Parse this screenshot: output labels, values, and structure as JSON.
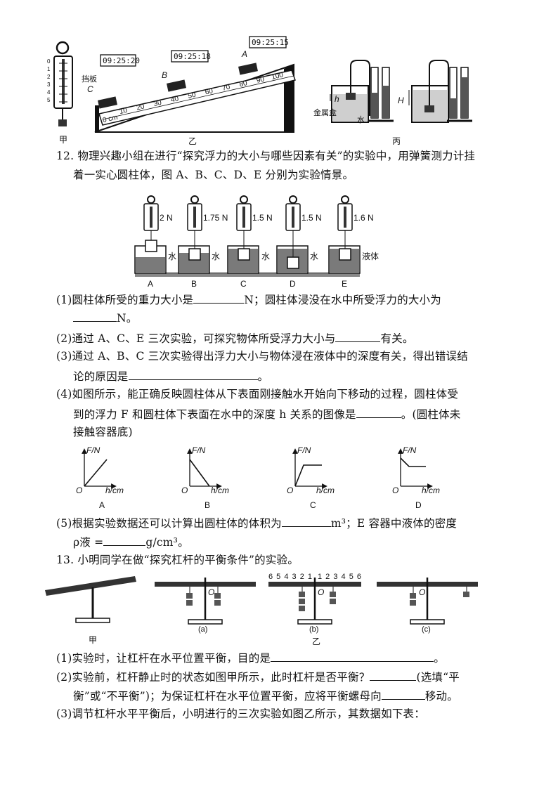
{
  "top_figure": {
    "time_c": "09:25:20",
    "time_b": "09:25:18",
    "time_a": "09:25:15",
    "point_a": "A",
    "point_b": "B",
    "point_c": "C",
    "baffle": "挡板",
    "ruler_unit": "0 cm",
    "ruler_ticks": [
      "10",
      "20",
      "30",
      "40",
      "50",
      "60",
      "70",
      "80",
      "90",
      "100"
    ],
    "label_jia": "甲",
    "label_yi": "乙",
    "label_bing": "丙",
    "metal_box": "金属盒",
    "water": "水",
    "h_small": "h",
    "h_big": "H",
    "scale_marks": [
      "0",
      "1",
      "2",
      "3",
      "4",
      "5"
    ]
  },
  "q12": {
    "line1": "12. 物理兴趣小组在进行“探究浮力的大小与哪些因素有关”的实验中，用弹簧测力计挂",
    "line2": "着一实心圆柱体，图 A、B、C、D、E 分别为实验情景。",
    "figure": {
      "readings": [
        "2 N",
        "1.75 N",
        "1.5 N",
        "1.5 N",
        "1.6 N"
      ],
      "letters": [
        "A",
        "B",
        "C",
        "D",
        "E"
      ],
      "water": "水",
      "liquid": "液体"
    },
    "p1_a": "(1)圆柱体所受的重力大小是",
    "p1_b": "N；圆柱体浸没在水中所受浮力的大小为",
    "p1_c": "N。",
    "p2_a": "(2)通过 A、C、E 三次实验，可探究物体所受浮力大小与",
    "p2_b": "有关。",
    "p3_a": "(3)通过 A、B、C 三次实验得出浮力大小与物体浸在液体中的深度有关，得出错误结",
    "p3_b": "论的原因是",
    "p3_c": "。",
    "p4_a": "(4)如图所示，能正确反映圆柱体从下表面刚接触水开始向下移动的过程，圆柱体受",
    "p4_b": "到的浮力 F 和圆柱体下表面在水中的深度 h 关系的图像是",
    "p4_c": "。(圆柱体未",
    "p4_d": "接触容器底)",
    "graphs": {
      "y_label": "F/N",
      "x_label": "h/cm",
      "origin": "O",
      "letters": [
        "A",
        "B",
        "C",
        "D"
      ]
    },
    "p5_a": "(5)根据实验数据还可以计算出圆柱体的体积为",
    "p5_b": "m³；E 容器中液体的密度",
    "p5_c": "ρ液 =",
    "p5_d": "g/cm³。"
  },
  "q13": {
    "line1": "13. 小明同学在做“探究杠杆的平衡条件”的实验。",
    "figure": {
      "scale_left": "6 5 4 3 2 1",
      "scale_right": "1 2 3 4 5 6",
      "pivot": "O",
      "label_a": "(a)",
      "label_b": "(b)",
      "label_c": "(c)",
      "label_jia": "甲",
      "label_yi": "乙"
    },
    "p1_a": "(1)实验时，让杠杆在水平位置平衡，目的是",
    "p1_b": "。",
    "p2_a": "(2)实验前，杠杆静止时的状态如图甲所示，此时杠杆是否平衡？",
    "p2_b": "(选填“平",
    "p2_c": "衡”或“不平衡”)；为保证杠杆在水平位置平衡，应将平衡螺母向",
    "p2_d": "移动。",
    "p3": "(3)调节杠杆水平平衡后，小明进行的三次实验如图乙所示，其数据如下表："
  }
}
